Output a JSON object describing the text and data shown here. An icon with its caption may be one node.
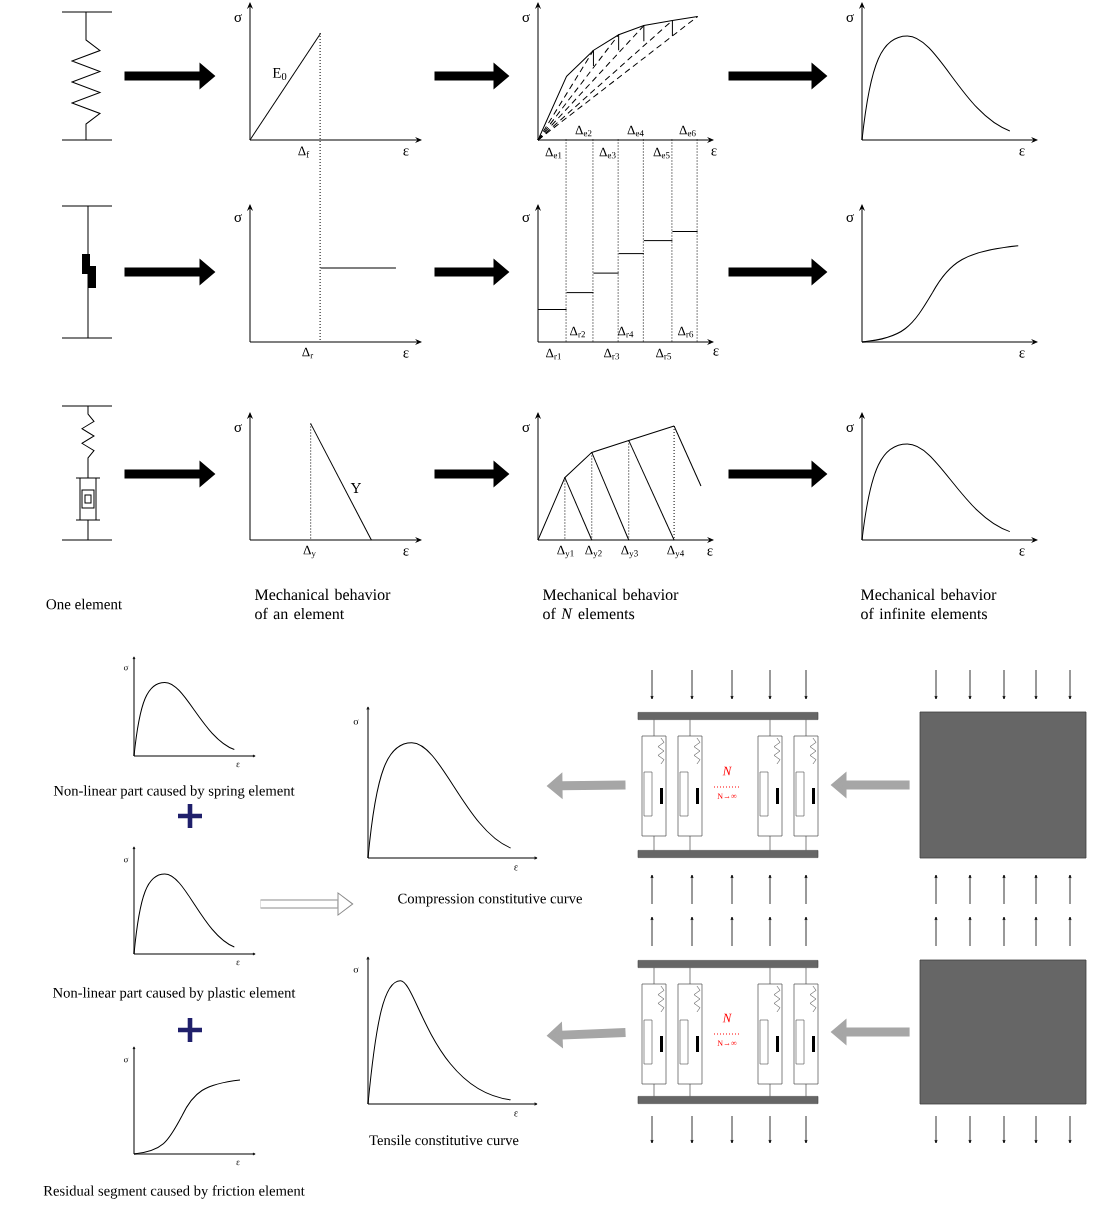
{
  "diagram": {
    "nodes": [
      {
        "text": [],
        "shape": "spring"
      },
      {
        "text": [
          "σ",
          "E$_{0}$",
          "Δ$_{f}$",
          "ε"
        ]
      },
      {
        "text": [
          "σ",
          "Δ$_{e1}$",
          "Δ$_{e2}$",
          "Δ$_{e3}$",
          "Δ$_{e4}$",
          "Δ$_{e5}$",
          "Δ$_{e6}$",
          "ε"
        ]
      },
      {
        "text": [
          "σ",
          "ε"
        ]
      },
      {
        "text": [],
        "shape": "slider"
      },
      {
        "text": [
          "σ",
          "Δ$_{r}$",
          "ε"
        ]
      },
      {
        "text": [
          "σ",
          "Δ$_{r1}$",
          "Δ$_{r2}$",
          "Δ$_{r3}$",
          "Δ$_{r4}$",
          "Δ$_{r5}$",
          "Δ$_{r6}$",
          "ε"
        ]
      },
      {
        "text": [
          "σ",
          "ε"
        ]
      },
      {
        "text": [],
        "shape": "damper"
      },
      {
        "text": [
          "σ",
          "Y",
          "Δ$_{y}$",
          "ε"
        ]
      },
      {
        "text": [
          "σ",
          "Δ$_{y1}$",
          "Δ$_{y2}$",
          "Δ$_{y3}$",
          "Δ$_{y4}$",
          "ε"
        ]
      },
      {
        "text": [
          "σ",
          "ε"
        ]
      },
      {
        "text": [
          "σ",
          "ε"
        ],
        "beside": [
          "Non-linear part caused by spring element"
        ]
      },
      {
        "text": [
          "σ",
          "ε"
        ],
        "beside": [
          "Non-linear part caused by plastic element"
        ]
      },
      {
        "text": [
          "σ",
          "ε"
        ],
        "beside": [
          "Residual segment caused by friction element"
        ]
      },
      {
        "text": [
          "σ",
          "ε"
        ],
        "beside": [
          "Compression constitutive curve"
        ]
      },
      {
        "text": [
          "σ",
          "ε"
        ],
        "beside": [
          "Tensile constitutive curve"
        ]
      },
      {
        "text": [
          "N",
          "N→∞"
        ]
      },
      {
        "text": [],
        "shape": "box"
      },
      {
        "text": [
          "N",
          "N→∞"
        ]
      },
      {
        "text": [],
        "shape": "box"
      }
    ],
    "edges": [
      {
        "from": 0,
        "to": 1,
        "arrow": "to"
      },
      {
        "from": 1,
        "to": 2,
        "arrow": "to"
      },
      {
        "from": 2,
        "to": 3,
        "arrow": "to"
      },
      {
        "from": 4,
        "to": 5,
        "arrow": "to"
      },
      {
        "from": 5,
        "to": 6,
        "arrow": "to"
      },
      {
        "from": 6,
        "to": 7,
        "arrow": "to"
      },
      {
        "from": 8,
        "to": 9,
        "arrow": "to"
      },
      {
        "from": 9,
        "to": 10,
        "arrow": "to"
      },
      {
        "from": 10,
        "to": 11,
        "arrow": "to"
      },
      {
        "from": 13,
        "to": 15,
        "arrow": "to",
        "color": "#8c8c8c"
      },
      {
        "from": 18,
        "to": 17,
        "arrow": "to",
        "color": "#a6a6a6"
      },
      {
        "from": 17,
        "to": 15,
        "arrow": "to",
        "color": "#a6a6a6"
      },
      {
        "from": 20,
        "to": 19,
        "arrow": "to",
        "color": "#a6a6a6"
      },
      {
        "from": 19,
        "to": 16,
        "arrow": "to",
        "color": "#a6a6a6"
      },
      {
        "from": 1,
        "to": 5,
        "arrow": "none",
        "style": "dashed"
      },
      {
        "from": 2,
        "to": 6,
        "arrow": "none",
        "style": "dashed"
      },
      {
        "from": 2,
        "to": 6,
        "arrow": "none",
        "style": "dashed"
      },
      {
        "from": 2,
        "to": 6,
        "arrow": "none",
        "style": "dashed"
      },
      {
        "from": 2,
        "to": 6,
        "arrow": "none",
        "style": "dashed"
      },
      {
        "from": 2,
        "to": 6,
        "arrow": "none",
        "style": "dashed"
      },
      {
        "from": 2,
        "to": 6,
        "arrow": "none",
        "style": "dashed"
      }
    ],
    "labels": [
      "One element",
      "Mechanical behavior of an element",
      "Mechanical behavior of *N* elements",
      "Mechanical behavior of infinite elements"
    ]
  }
}
